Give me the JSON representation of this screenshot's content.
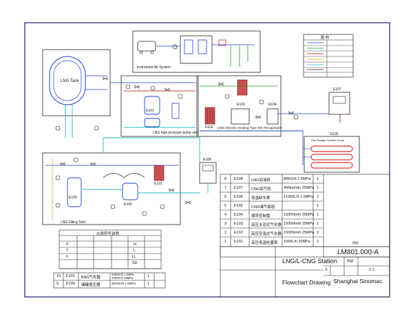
{
  "areas": {
    "instrument_air": "Instrument Air System",
    "lng_tank": "LNG Tank",
    "hp_pump_skid": "LNG high pressure pump skid",
    "heater": "CNG Electric Heating Type NG Recuperator",
    "filling_skid": "LNG Filling Skid",
    "gas_storage": "Gas Storage Cylinder Group"
  },
  "tags": [
    "E101",
    "E102",
    "E103",
    "E104",
    "E105",
    "E106",
    "E107",
    "E108",
    "E109",
    "E110"
  ],
  "legend": {
    "title": "图 例"
  },
  "equipment_table": {
    "rows": [
      {
        "no": "8",
        "tag": "E108",
        "name": "LNG加液机",
        "spec": "80KG/h 1.6MPa",
        "qty": "1"
      },
      {
        "no": "7",
        "tag": "E107",
        "name": "CNG加气机",
        "spec": "40Nm/min 25MPa",
        "qty": "1"
      },
      {
        "no": "6",
        "tag": "E106",
        "name": "低温卸车泵",
        "spec": "11000L/h 1.6MPa",
        "qty": "2"
      },
      {
        "no": "5",
        "tag": "E105",
        "name": "CNG储气瓶组",
        "spec": "",
        "qty": "1"
      },
      {
        "no": "4",
        "tag": "E104",
        "name": "顺序控制盘",
        "spec": "1500Nm/h 25MPa",
        "qty": "1"
      },
      {
        "no": "3",
        "tag": "E103",
        "name": "高压水浴式气化器",
        "spec": "1500Nm/h 25MPa",
        "qty": "1"
      },
      {
        "no": "2",
        "tag": "E102",
        "name": "高压空温式气化器",
        "spec": "1500Nm/h 25MPa",
        "qty": "2"
      },
      {
        "no": "1",
        "tag": "E101",
        "name": "高压低温柱塞泵",
        "spec": "1500L/h 25MPa",
        "qty": "2"
      }
    ],
    "units_header": "(kg)"
  },
  "lower_table": {
    "rows": [
      {
        "no": "10",
        "tag": "E110",
        "name": "EAG气化器",
        "spec": "100Nm/h 1.6MPa\n100Nm/h 25MPa",
        "qty": "1"
      },
      {
        "no": "9",
        "tag": "E109",
        "name": "储罐增压器",
        "spec": "300Nm/h 1.6MPa",
        "qty": "1"
      }
    ]
  },
  "symbol_table": {
    "title": "仪表符号说明",
    "rows": [
      [
        "P",
        "",
        "",
        "",
        "H",
        ""
      ],
      [
        "T",
        "",
        "",
        "",
        "L",
        ""
      ],
      [
        "F",
        "",
        "",
        "",
        "LL",
        ""
      ],
      [
        "",
        "",
        "",
        "",
        "SD",
        ""
      ]
    ]
  },
  "title_block": {
    "project": "LNG/L-CNG Station",
    "drawing_no": "LM801.000-A",
    "drawing_title": "Flowchart Drawing",
    "company": "Shanghai Sinomac",
    "scale": "1:1",
    "unit": "(kg)",
    "sheet": "S"
  }
}
